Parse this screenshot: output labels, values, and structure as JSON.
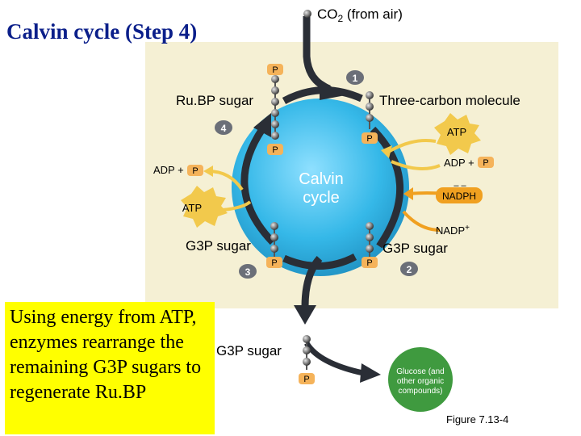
{
  "title": "Calvin cycle (Step 4)",
  "co2_label": "CO",
  "co2_sub": "2",
  "co2_suffix": " (from air)",
  "rubp_label": "Ru.BP sugar",
  "three_carbon_label": "Three-carbon molecule",
  "center_label_line1": "Calvin",
  "center_label_line2": "cycle",
  "atp_label": "ATP",
  "adp_plus_label": "ADP +",
  "adp_plus_left_label": "ADP +",
  "nadph_label": "NADPH",
  "nadp_label": "NADP",
  "nadp_sup": "+",
  "g3p_left_label": "G3P sugar",
  "g3p_right_label": "G3P sugar",
  "g3p_bottom_label": "G3P sugar",
  "phosphate_label": "P",
  "step_numbers": [
    "1",
    "2",
    "3",
    "4"
  ],
  "glucose_label_lines": [
    "Glucose (and",
    "other organic",
    "compounds)"
  ],
  "caption_text": "Using energy from ATP, enzymes rearrange the remaining G3P sugars to regenerate Ru.BP",
  "figure_label": "Figure 7.13-4",
  "colors": {
    "panel": "#f5f0d4",
    "cycle_arrow": "#2a2e36",
    "atp_yellow": "#f2c94c",
    "nadph_orange": "#f0a020",
    "glucose_green": "#3f9a3f",
    "phosphate_orange": "#f5b35a",
    "title_blue": "#0b1f8a",
    "caption_yellow": "#ffff00"
  }
}
